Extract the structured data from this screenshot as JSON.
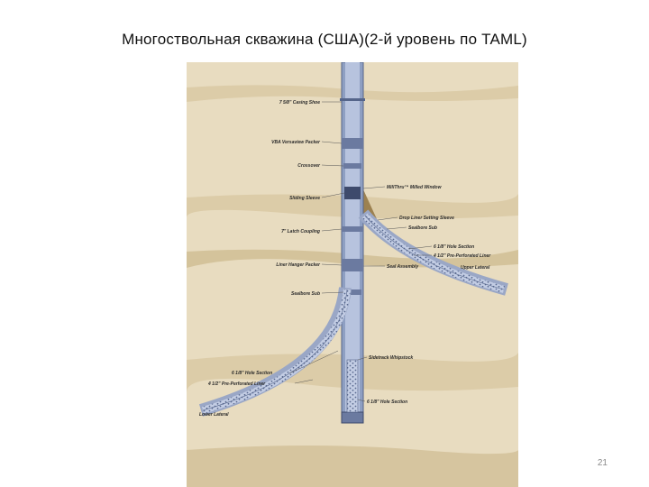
{
  "slide": {
    "title": "Многоствольная скважина (США)(2-й уровень по TAML)",
    "page_number": "21"
  },
  "colors": {
    "formation": "#e8dcc0",
    "formation_band": "#d9c9a2",
    "dark_band": "#9c8150",
    "casing": "#8e9fc2",
    "liner": "#b7c3de",
    "leader": "#555555"
  },
  "labels": {
    "casing_shoe": "7 5/8\" Casing Shoe",
    "vba_packer": "VBA Versaview Packer",
    "crossover": "Crossover",
    "sliding_sleeve": "Sliding Sleeve",
    "latch_coupling": "7\" Latch Coupling",
    "liner_hanger_packer": "Liner Hanger Packer",
    "sealbore_sub_main": "Sealbore Sub",
    "milled_window": "MillThru™ Milled Window",
    "drop_liner_sleeve": "Drop Liner Setting Sleeve",
    "sealbore_sub_upper": "Sealbore Sub",
    "hole_section_upper": "6 1/8\" Hole Section",
    "liner_upper": "4 1/2\" Pre-Perforated Liner",
    "upper_lateral": "Upper Lateral",
    "seal_assembly": "Seal Assembly",
    "whipstock": "Sidetrack Whipstock",
    "hole_section_lower": "6 1/8\" Hole Section",
    "liner_lower": "4 1/2\" Pre-Perforated Liner",
    "lower_lateral": "Lower Lateral",
    "hole_section_bottom": "6 1/8\" Hole Section"
  }
}
